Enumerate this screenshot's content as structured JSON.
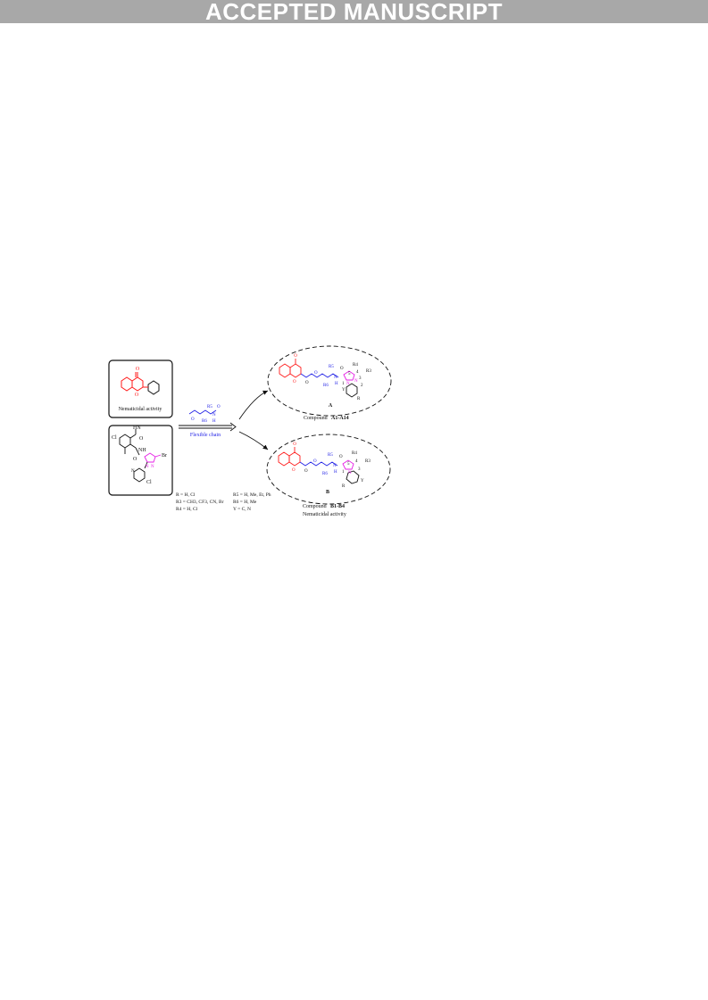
{
  "banner": {
    "text": "ACCEPTED MANUSCRIPT",
    "bg_color": "#a8a8a8"
  },
  "colors": {
    "red": "#ff1a1a",
    "blue": "#1f1fe6",
    "magenta": "#e61ee6",
    "black": "#111111"
  },
  "scheme": {
    "flavone_box": {
      "caption": "Nematicidal activity"
    },
    "diamide_box": {
      "labels": {
        "cl_top": "Cl",
        "hn": "HN",
        "o_amide": "O",
        "nh": "NH",
        "o_carbonyl": "O",
        "br": "Br",
        "n_pyr": "N",
        "n_pyr2": "N",
        "n_pyridine": "N",
        "cl_bottom": "Cl"
      }
    },
    "linker": {
      "label": "Flexible chain",
      "r5": "R5",
      "r6": "R6",
      "o1": "O",
      "o2": "O",
      "n": "N",
      "h": "H"
    },
    "target_a": {
      "letter": "A",
      "caption_prefix": "Compound",
      "caption_bold": "A1-A14",
      "labels": {
        "o_top": "O",
        "o_ring": "O",
        "o_ester": "O",
        "o_ester2": "O",
        "r5": "R5",
        "r6": "R6",
        "n": "N",
        "h": "H",
        "o_amide": "O",
        "r4": "R4",
        "r3": "R3",
        "n1": "N",
        "n2": "N",
        "num1": "1",
        "num2": "2",
        "num3": "3",
        "num4": "4",
        "num5": "5",
        "y": "Y",
        "r": "R"
      }
    },
    "target_b": {
      "letter": "B",
      "caption_prefix": "Compound",
      "caption_bold": "B1-B4",
      "caption_2": "Nematicidal activity",
      "labels": {
        "o_top": "O",
        "o_ring": "O",
        "o_ester": "O",
        "o_ester2": "O",
        "r5": "R5",
        "r6": "R6",
        "n": "N",
        "h": "H",
        "o_amide": "O",
        "r4": "R4",
        "r3": "R3",
        "n1": "N",
        "num1": "1",
        "num3": "3",
        "num4": "4",
        "num5": "5",
        "y": "Y",
        "r": "R"
      }
    },
    "substituents": {
      "left": [
        "R = H, Cl",
        "R3 = CH3, CF3, CN, Br",
        "R4 = H, Cl"
      ],
      "right": [
        "R5 = H, Me, Et, Ph",
        "R6 = H, Me",
        "Y = C, N"
      ]
    }
  }
}
